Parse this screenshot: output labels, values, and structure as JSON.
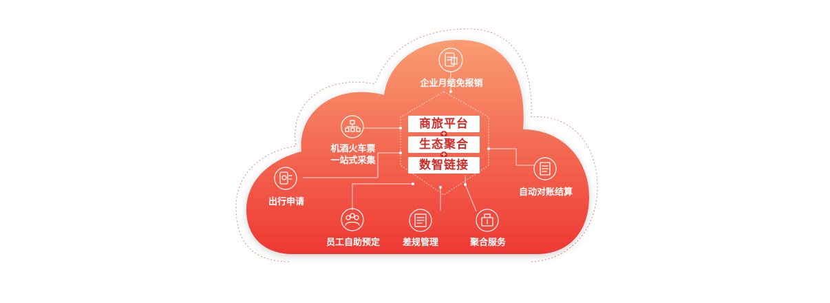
{
  "core": {
    "line1": "商旅平台",
    "line2": "生态聚合",
    "line3": "数智链接",
    "joiner": "+"
  },
  "nodes": {
    "monthly_settlement": {
      "label": "企业月结免报销",
      "icon": "invoice-phone-icon"
    },
    "one_stop": {
      "line1": "机酒火车票",
      "line2": "一站式采集",
      "icon": "org-chart-icon"
    },
    "travel_request": {
      "label": "出行申请",
      "icon": "mobile-approval-icon"
    },
    "self_booking": {
      "label": "员工自助预定",
      "icon": "employee-group-icon"
    },
    "compliance": {
      "label": "差规管理",
      "icon": "document-rules-icon"
    },
    "aggregation": {
      "label": "聚合服务",
      "icon": "service-bag-icon"
    },
    "reconciliation": {
      "label": "自动对账结算",
      "icon": "ledger-icon"
    }
  },
  "colors": {
    "cloud_top": "#f99a70",
    "cloud_bottom": "#ef3b37",
    "accent": "#d42a27",
    "outline": "#e9857a"
  }
}
